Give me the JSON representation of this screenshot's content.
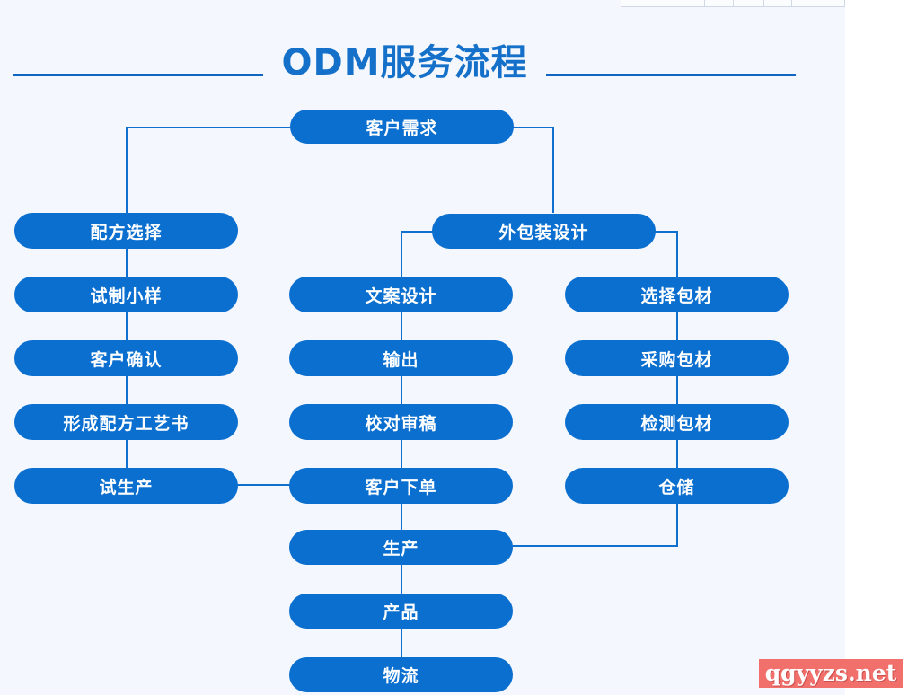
{
  "page": {
    "panel_background": "#f4f7fd",
    "accent_color": "#0b6fd0",
    "title_color": "#1470c8"
  },
  "header": {
    "title": "ODM服务流程"
  },
  "top_strip": {
    "cells": [
      "",
      "",
      "",
      "",
      ""
    ]
  },
  "flowchart": {
    "type": "flowchart",
    "root": {
      "id": "customer-demand",
      "label": "客户需求"
    },
    "columns": [
      {
        "id": "formula-column",
        "nodes": [
          {
            "id": "formula-selection",
            "label": "配方选择"
          },
          {
            "id": "trial-sample",
            "label": "试制小样"
          },
          {
            "id": "customer-confirm",
            "label": "客户确认"
          },
          {
            "id": "formula-process-doc",
            "label": "形成配方工艺书"
          },
          {
            "id": "trial-production",
            "label": "试生产"
          }
        ]
      },
      {
        "id": "copy-column",
        "header": {
          "id": "outer-packaging-design",
          "label": "外包装设计"
        },
        "nodes": [
          {
            "id": "copywriting-design",
            "label": "文案设计"
          },
          {
            "id": "output",
            "label": "输出"
          },
          {
            "id": "proofreading",
            "label": "校对审稿"
          },
          {
            "id": "customer-order",
            "label": "客户下单"
          }
        ]
      },
      {
        "id": "packaging-column",
        "nodes": [
          {
            "id": "select-packaging",
            "label": "选择包材"
          },
          {
            "id": "purchase-packaging",
            "label": "采购包材"
          },
          {
            "id": "inspect-packaging",
            "label": "检测包材"
          },
          {
            "id": "warehousing",
            "label": "仓储"
          }
        ]
      }
    ],
    "tail": [
      {
        "id": "production",
        "label": "生产"
      },
      {
        "id": "product",
        "label": "产品"
      },
      {
        "id": "logistics",
        "label": "物流"
      }
    ]
  },
  "watermark": {
    "text": "qgyyzs.net",
    "background": "#f2706b"
  }
}
